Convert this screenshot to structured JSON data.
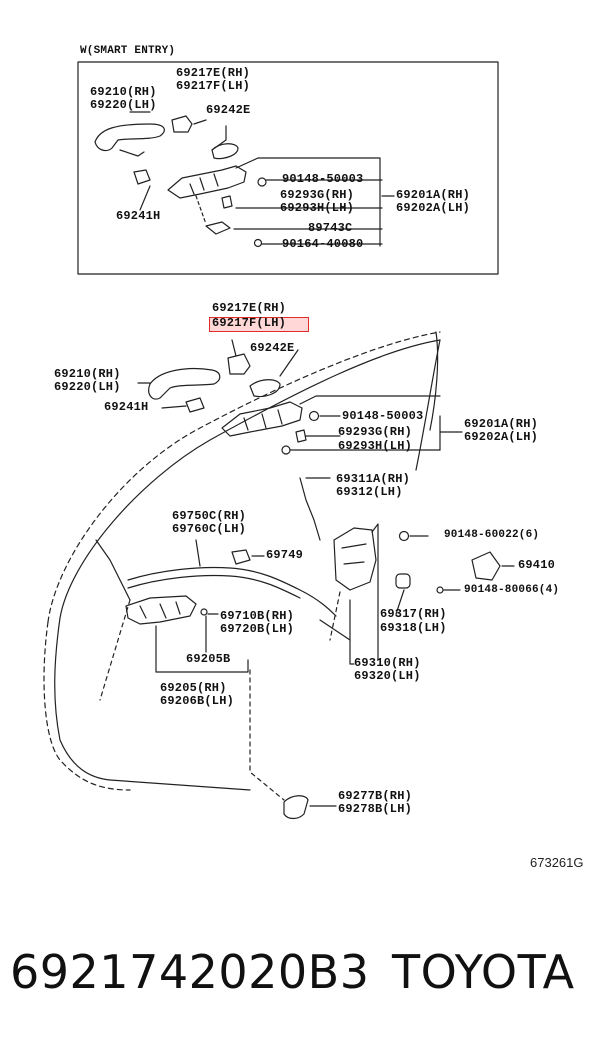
{
  "inset_title": "W(SMART ENTRY)",
  "inset": {
    "p69217E": "69217E(RH)",
    "p69217F": "69217F(LH)",
    "p69210": "69210(RH)",
    "p69220": "69220(LH)",
    "p69242E": "69242E",
    "p90148_50003": "90148-50003",
    "p69293G": "69293G(RH)",
    "p69293H": "69293H(LH)",
    "p69201A": "69201A(RH)",
    "p69202A": "69202A(LH)",
    "p69241H": "69241H",
    "p89743C": "89743C",
    "p90164": "90164-40080"
  },
  "main": {
    "p69217E": "69217E(RH)",
    "p69217F": "69217F(LH)",
    "p69242E": "69242E",
    "p69210": "69210(RH)",
    "p69220": "69220(LH)",
    "p69241H": "69241H",
    "p90148_50003": "90148-50003",
    "p69201A": "69201A(RH)",
    "p69202A": "69202A(LH)",
    "p69293G": "69293G(RH)",
    "p69293H": "69293H(LH)",
    "p69311A": "69311A(RH)",
    "p69312": "69312(LH)",
    "p69750C": "69750C(RH)",
    "p69760C": "69760C(LH)",
    "p90148_60022": "90148-60022(6)",
    "p69749": "69749",
    "p69410": "69410",
    "p90148_80066": "90148-80066(4)",
    "p69710B": "69710B(RH)",
    "p69720B": "69720B(LH)",
    "p69317": "69317(RH)",
    "p69318": "69318(LH)",
    "p69205B": "69205B",
    "p69310": "69310(RH)",
    "p69320": "69320(LH)",
    "p69205": "69205(RH)",
    "p69206B": "69206B(LH)",
    "p69277B": "69277B(RH)",
    "p69278B": "69278B(LH)"
  },
  "figure_ref": "673261G",
  "footer": {
    "part_number": "6921742020B3",
    "brand": "TOYOTA"
  },
  "colors": {
    "highlight": "#e02b2b",
    "ink": "#111111"
  }
}
